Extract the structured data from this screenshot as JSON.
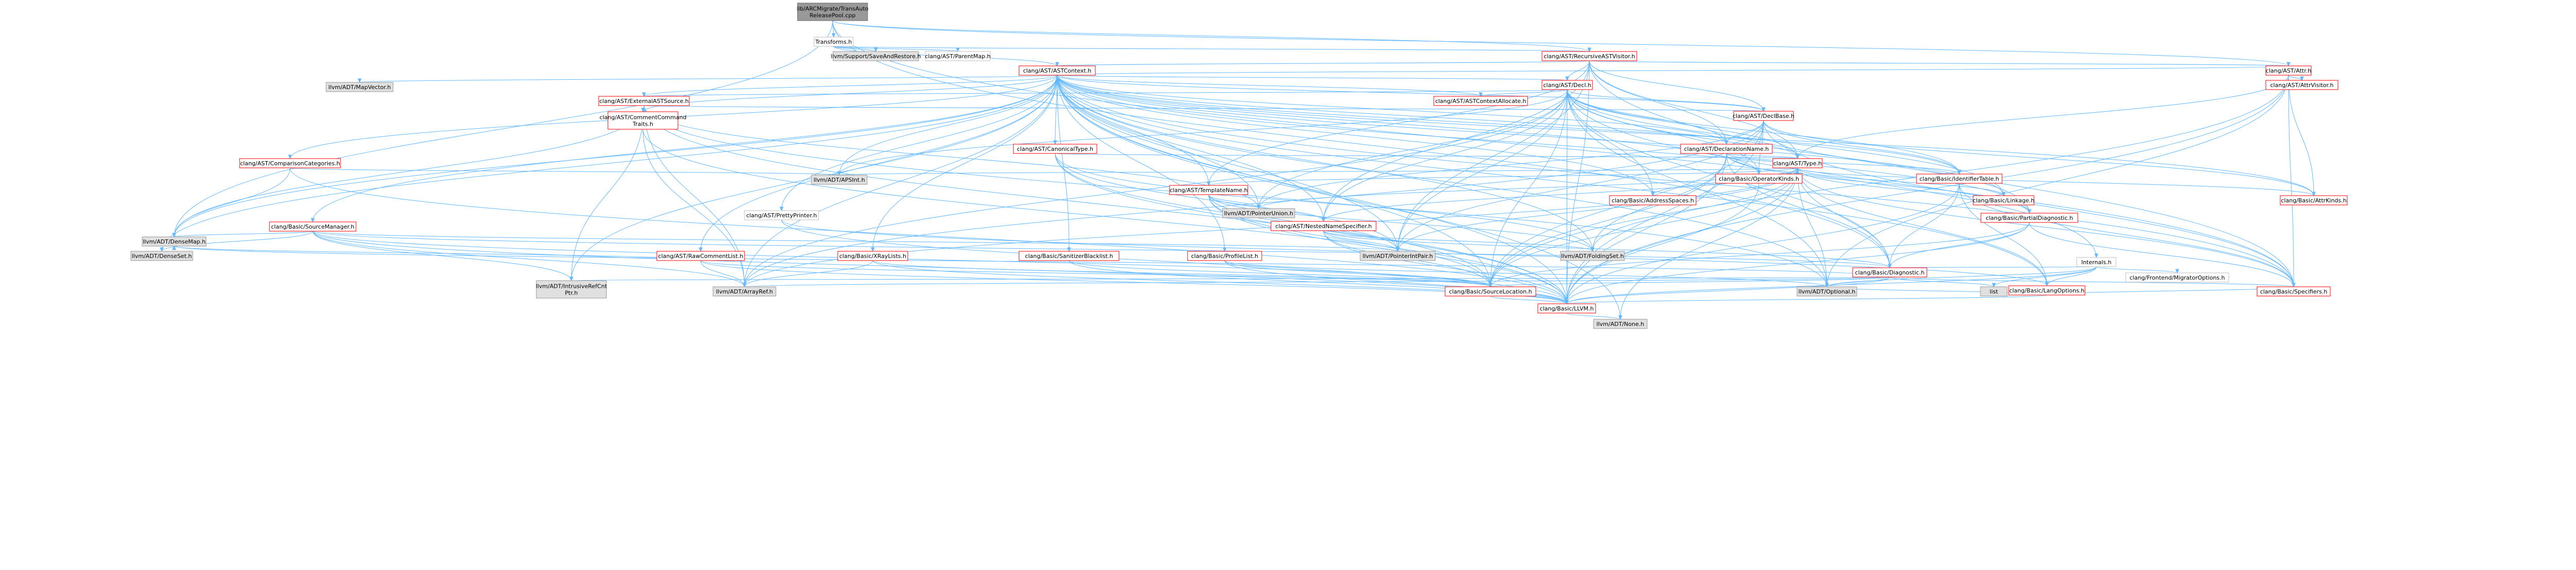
{
  "diagram": {
    "title": "",
    "colors": {
      "root_fill": "#999999",
      "linked_border": "#ff0000",
      "external_fill": "#e0e0e0",
      "plain_border": "#bfbfbf",
      "edge": "#63b8ff"
    },
    "nodes": [
      {
        "id": "root",
        "lines": [
          "lib/ARCMigrate/TransAuto",
          "ReleasePool.cpp"
        ],
        "style": "root"
      },
      {
        "id": "transforms",
        "lines": [
          "Transforms.h"
        ],
        "style": "plain"
      },
      {
        "id": "saveandrestore",
        "lines": [
          "llvm/Support/SaveAndRestore.h"
        ],
        "style": "gray"
      },
      {
        "id": "parentmap",
        "lines": [
          "clang/AST/ParentMap.h"
        ],
        "style": "plain"
      },
      {
        "id": "recursiveastvisitor",
        "lines": [
          "clang/AST/RecursiveASTVisitor.h"
        ],
        "style": "red"
      },
      {
        "id": "astcontext",
        "lines": [
          "clang/AST/ASTContext.h"
        ],
        "style": "red"
      },
      {
        "id": "attr",
        "lines": [
          "clang/AST/Attr.h"
        ],
        "style": "red"
      },
      {
        "id": "attrvisitor",
        "lines": [
          "clang/AST/AttrVisitor.h"
        ],
        "style": "red"
      },
      {
        "id": "decl",
        "lines": [
          "clang/AST/Decl.h"
        ],
        "style": "red"
      },
      {
        "id": "mapvector",
        "lines": [
          "llvm/ADT/MapVector.h"
        ],
        "style": "gray"
      },
      {
        "id": "externalastsource",
        "lines": [
          "clang/AST/ExternalASTSource.h"
        ],
        "style": "red"
      },
      {
        "id": "astcontextallocate",
        "lines": [
          "clang/AST/ASTContextAllocate.h"
        ],
        "style": "red"
      },
      {
        "id": "declbase",
        "lines": [
          "clang/AST/DeclBase.h"
        ],
        "style": "red"
      },
      {
        "id": "commentcommandtraits",
        "lines": [
          "clang/AST/CommentCommand",
          "Traits.h"
        ],
        "style": "red"
      },
      {
        "id": "canonicaltype",
        "lines": [
          "clang/AST/CanonicalType.h"
        ],
        "style": "red"
      },
      {
        "id": "declarationname",
        "lines": [
          "clang/AST/DeclarationName.h"
        ],
        "style": "red"
      },
      {
        "id": "comparisoncategories",
        "lines": [
          "clang/AST/ComparisonCategories.h"
        ],
        "style": "red"
      },
      {
        "id": "apsint",
        "lines": [
          "llvm/ADT/APSInt.h"
        ],
        "style": "gray"
      },
      {
        "id": "type",
        "lines": [
          "clang/AST/Type.h"
        ],
        "style": "red"
      },
      {
        "id": "operatorkinds",
        "lines": [
          "clang/Basic/OperatorKinds.h"
        ],
        "style": "red"
      },
      {
        "id": "identifiertable",
        "lines": [
          "clang/Basic/IdentifierTable.h"
        ],
        "style": "red"
      },
      {
        "id": "templatename",
        "lines": [
          "clang/AST/TemplateName.h"
        ],
        "style": "red"
      },
      {
        "id": "addressspaces",
        "lines": [
          "clang/Basic/AddressSpaces.h"
        ],
        "style": "red"
      },
      {
        "id": "linkage",
        "lines": [
          "clang/Basic/Linkage.h"
        ],
        "style": "red"
      },
      {
        "id": "partialdiagnostic",
        "lines": [
          "clang/Basic/PartialDiagnostic.h"
        ],
        "style": "red"
      },
      {
        "id": "attrkinds",
        "lines": [
          "clang/Basic/AttrKinds.h"
        ],
        "style": "red"
      },
      {
        "id": "prettyprinter",
        "lines": [
          "clang/AST/PrettyPrinter.h"
        ],
        "style": "plain"
      },
      {
        "id": "pointerunion",
        "lines": [
          "llvm/ADT/PointerUnion.h"
        ],
        "style": "gray"
      },
      {
        "id": "nestednamespecifier",
        "lines": [
          "clang/AST/NestedNameSpecifier.h"
        ],
        "style": "red"
      },
      {
        "id": "sourcemanager",
        "lines": [
          "clang/Basic/SourceManager.h"
        ],
        "style": "red"
      },
      {
        "id": "densemap",
        "lines": [
          "llvm/ADT/DenseMap.h"
        ],
        "style": "gray"
      },
      {
        "id": "denseset",
        "lines": [
          "llvm/ADT/DenseSet.h"
        ],
        "style": "gray"
      },
      {
        "id": "rawcommentlist",
        "lines": [
          "clang/AST/RawCommentList.h"
        ],
        "style": "red"
      },
      {
        "id": "xraylists",
        "lines": [
          "clang/Basic/XRayLists.h"
        ],
        "style": "red"
      },
      {
        "id": "sanitizerblacklist",
        "lines": [
          "clang/Basic/SanitizerBlacklist.h"
        ],
        "style": "red"
      },
      {
        "id": "profilelist",
        "lines": [
          "clang/Basic/ProfileList.h"
        ],
        "style": "red"
      },
      {
        "id": "pointerintpair",
        "lines": [
          "llvm/ADT/PointerIntPair.h"
        ],
        "style": "gray"
      },
      {
        "id": "foldingset",
        "lines": [
          "llvm/ADT/FoldingSet.h"
        ],
        "style": "gray"
      },
      {
        "id": "internals",
        "lines": [
          "Internals.h"
        ],
        "style": "plain"
      },
      {
        "id": "migratoroptions",
        "lines": [
          "clang/Frontend/MigratorOptions.h"
        ],
        "style": "plain"
      },
      {
        "id": "diagnostic",
        "lines": [
          "clang/Basic/Diagnostic.h"
        ],
        "style": "red"
      },
      {
        "id": "langoptions",
        "lines": [
          "clang/Basic/LangOptions.h"
        ],
        "style": "red"
      },
      {
        "id": "intrusiverefcntptr",
        "lines": [
          "llvm/ADT/IntrusiveRefCnt",
          "Ptr.h"
        ],
        "style": "gray"
      },
      {
        "id": "arrayref",
        "lines": [
          "llvm/ADT/ArrayRef.h"
        ],
        "style": "gray"
      },
      {
        "id": "sourcelocation",
        "lines": [
          "clang/Basic/SourceLocation.h"
        ],
        "style": "red"
      },
      {
        "id": "optional",
        "lines": [
          "llvm/ADT/Optional.h"
        ],
        "style": "gray"
      },
      {
        "id": "list",
        "lines": [
          "list"
        ],
        "style": "gray"
      },
      {
        "id": "specifiers",
        "lines": [
          "clang/Basic/Specifiers.h"
        ],
        "style": "red"
      },
      {
        "id": "llvm",
        "lines": [
          "clang/Basic/LLVM.h"
        ],
        "style": "red"
      },
      {
        "id": "none",
        "lines": [
          "llvm/ADT/None.h"
        ],
        "style": "gray"
      }
    ]
  }
}
